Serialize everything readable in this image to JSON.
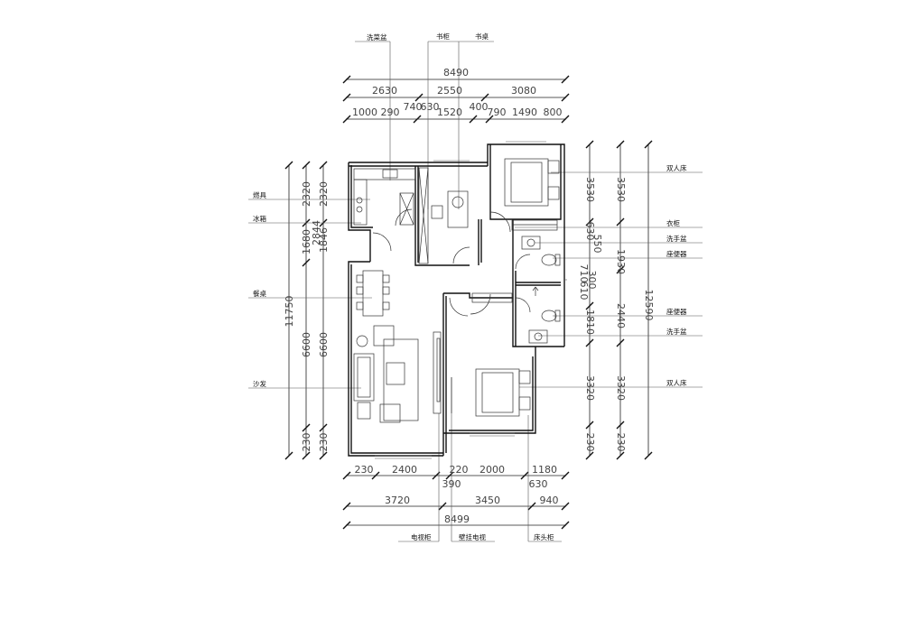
{
  "top_labels": {
    "wash_basin": "洗菜盆",
    "bookcase": "书柜",
    "desk": "书桌"
  },
  "bottom_labels": {
    "tv_cabinet": "电视柜",
    "wall_tv": "壁挂电视",
    "nightstand": "床头柜"
  },
  "left_labels": {
    "stove": "燃具",
    "fridge": "冰箱",
    "dining_table": "餐桌",
    "sofa": "沙发"
  },
  "right_labels": {
    "double_bed_1": "双人床",
    "wardrobe": "衣柜",
    "basin_1": "洗手盆",
    "toilet_1": "座便器",
    "toilet_2": "座便器",
    "basin_2": "洗手盆",
    "double_bed_2": "双人床"
  },
  "top_dims": {
    "row1": [
      "8490"
    ],
    "row2": [
      "2630",
      "2550",
      "3080"
    ],
    "row3": [
      "1000",
      "290",
      "740",
      "630",
      "1520",
      "400",
      "790",
      "1490",
      "800"
    ]
  },
  "bottom_dims": {
    "row1": [
      "230",
      "2400",
      "220",
      "2000",
      "1180"
    ],
    "row1b": [
      "390",
      "630"
    ],
    "row2": [
      "3720",
      "3450",
      "940"
    ],
    "row3": [
      "8499"
    ]
  },
  "left_dims": {
    "outer": [
      "11750"
    ],
    "col2": [
      "2320",
      "1680",
      "6600",
      "230"
    ],
    "col3": [
      "2320",
      "2844",
      "1846",
      "6600",
      "230"
    ]
  },
  "right_dims": {
    "col1": [
      "3530",
      "630",
      "550",
      "710",
      "300",
      "610",
      "1810",
      "3320",
      "230"
    ],
    "col2": [
      "3530",
      "1930",
      "2440",
      "3320",
      "230"
    ],
    "col3": [
      "12590"
    ]
  }
}
